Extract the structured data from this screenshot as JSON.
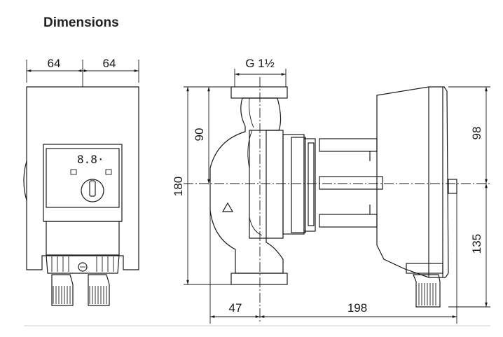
{
  "header": {
    "title": "Dimensions"
  },
  "front_view": {
    "dim_left": "64",
    "dim_right": "64",
    "display_readout": "8.8·"
  },
  "side_view": {
    "dim_connection": "G 1½",
    "dim_height_total": "180",
    "dim_height_upper": "90",
    "dim_motor_upper": "98",
    "dim_motor_lower": "135",
    "dim_inlet": "47",
    "dim_length": "198"
  },
  "icons": [
    "flow-direction-triangle-icon",
    "display-icon",
    "control-knob-icon"
  ]
}
